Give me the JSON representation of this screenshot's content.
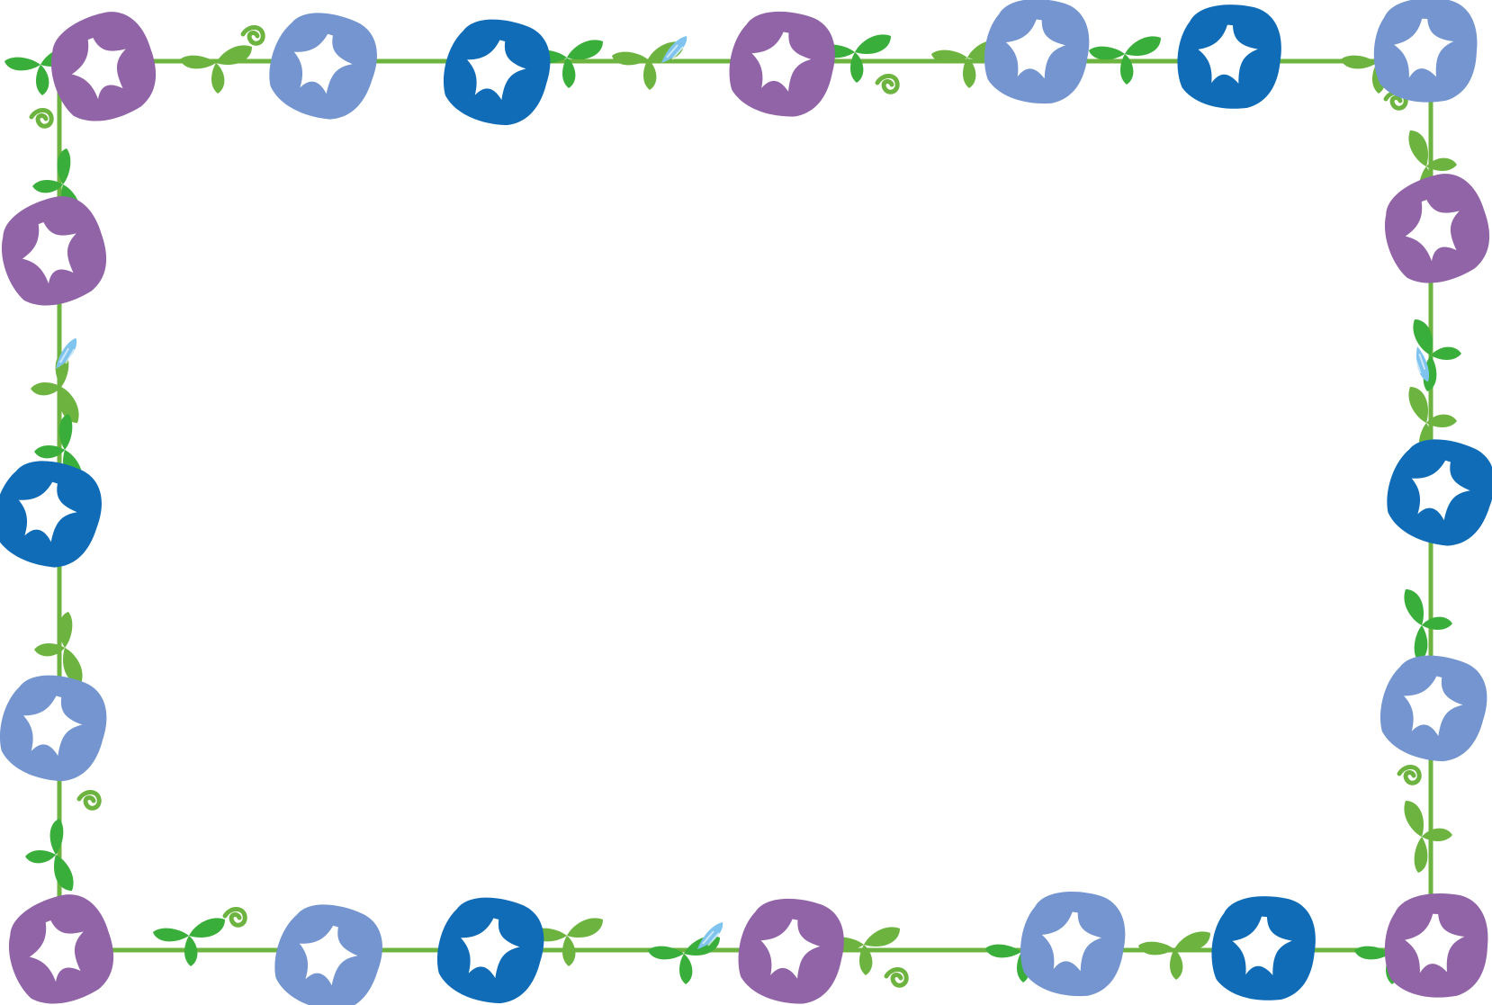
{
  "frame": {
    "vine_color": "#6cb43f",
    "leaf_colors": [
      "#3aae3a",
      "#6cb43f"
    ],
    "bud_color": "#7ec4ee",
    "star_color": "#ffffff",
    "flower_colors": {
      "purple": "#9164a8",
      "periwinkle": "#7495cf",
      "blue": "#116cb8"
    },
    "top_row": [
      "purple",
      "periwinkle",
      "blue",
      "purple",
      "periwinkle",
      "blue",
      "periwinkle"
    ],
    "bottom_row": [
      "purple",
      "periwinkle",
      "blue",
      "purple",
      "periwinkle",
      "blue",
      "purple"
    ],
    "left_column": [
      "purple",
      "blue",
      "periwinkle"
    ],
    "right_column": [
      "purple",
      "blue",
      "periwinkle"
    ]
  }
}
